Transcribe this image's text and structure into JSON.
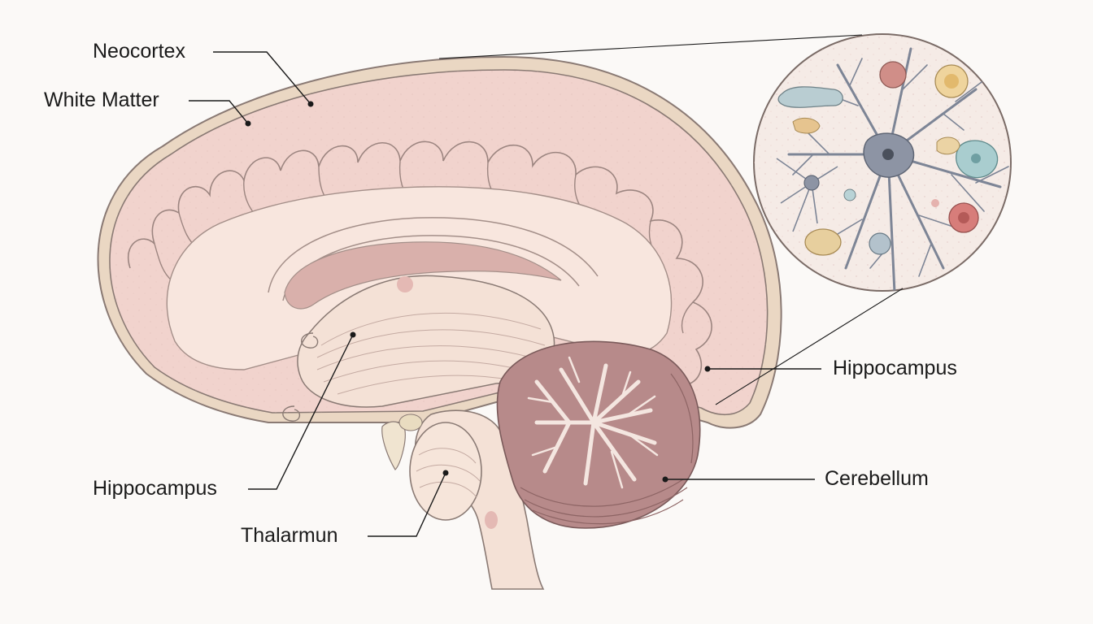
{
  "labels": {
    "neocortex": "Neocortex",
    "white_matter": "White Matter",
    "hippocampus_right": "Hippocampus",
    "hippocampus_left": "Hippocampus",
    "cerebellum": "Cerebellum",
    "thalamus": "Thalarmun"
  },
  "colors": {
    "background": "#fbf9f7",
    "outline": "#8a7a74",
    "cortex": "#f1d3cd",
    "white_matter": "#f8e6de",
    "rim": "#ead7c3",
    "cerebellum": "#b78a8a",
    "brainstem": "#f4e1d6",
    "neuron": "#7d8596",
    "leader_line": "#1a1a1a"
  },
  "icons": {
    "inset": "neuron-cells-magnified-icon"
  }
}
